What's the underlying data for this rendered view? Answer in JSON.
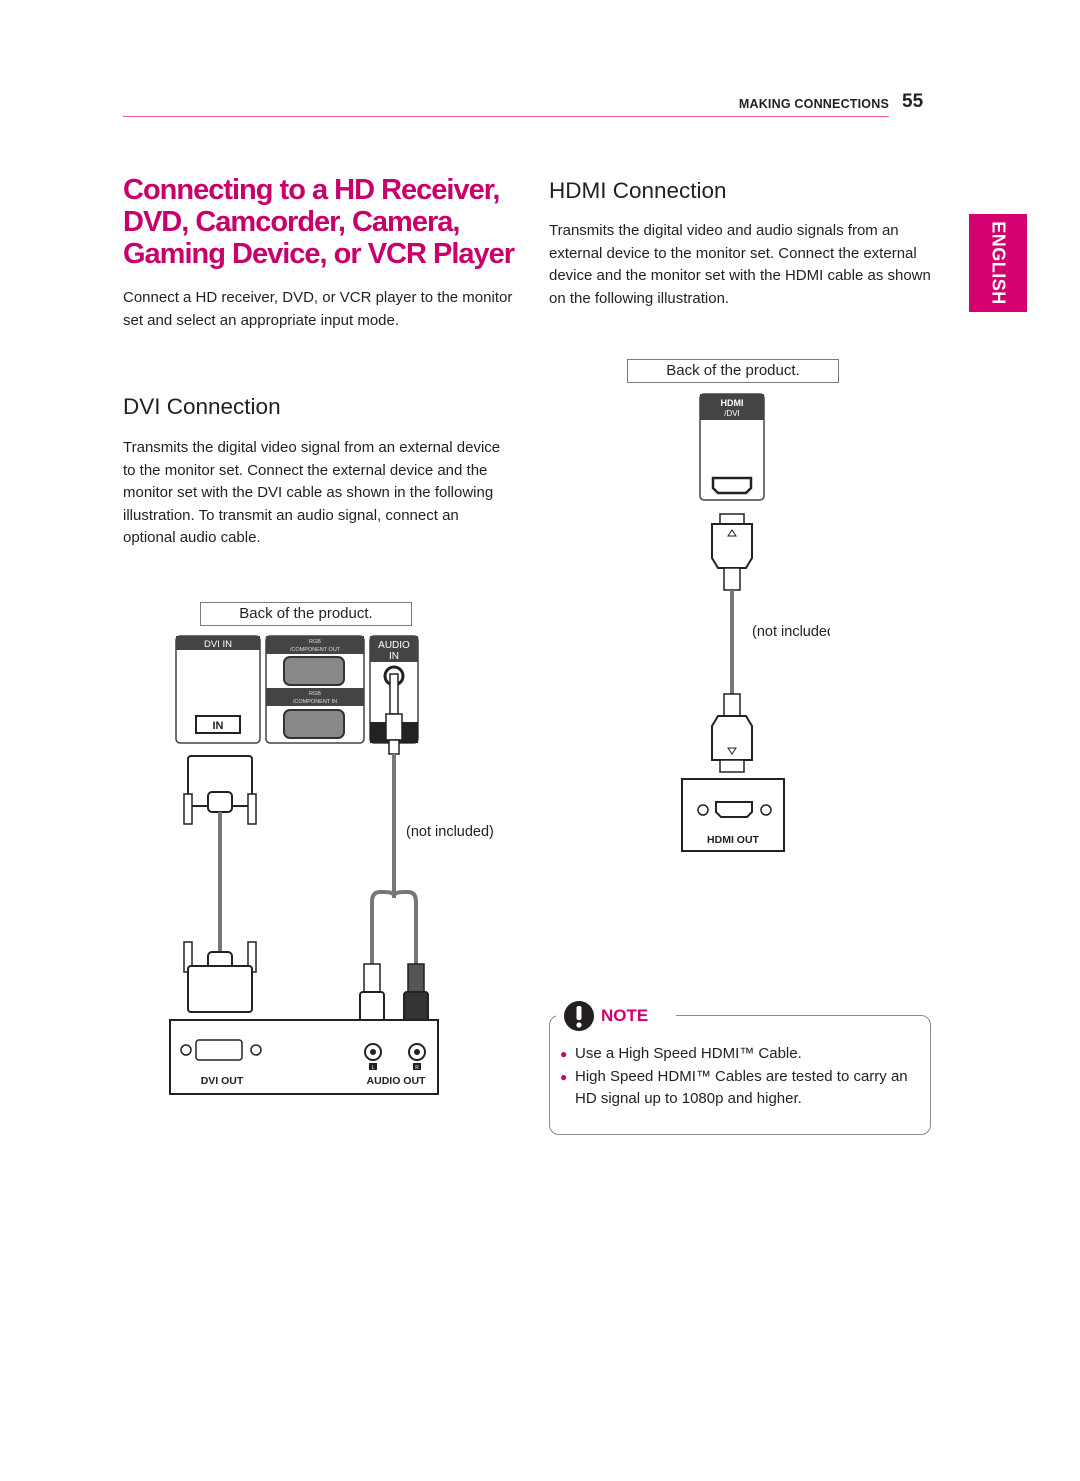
{
  "header": {
    "section_title": "MAKING CONNECTIONS",
    "page_number": "55"
  },
  "language_tab": "ENGLISH",
  "main_title": "Connecting to a HD Receiver, DVD, Camcorder, Camera, Gaming Device, or VCR Player",
  "intro": "Connect a HD receiver, DVD, or VCR player to the monitor set and select an appropriate input mode.",
  "dvi": {
    "heading": "DVI Connection",
    "body": "Transmits the digital video signal from an external device to the monitor set. Connect the external device and the monitor set with the DVI cable as shown in the following illustration. To transmit an audio signal, connect an optional audio cable.",
    "diagram": {
      "caption": "Back of the product.",
      "port_dvi_in": "DVI IN",
      "port_in": "IN",
      "port_rgb": "RGB",
      "port_component_out": "/COMPONENT OUT",
      "port_component_in": "/COMPONENT IN",
      "port_audio": "AUDIO",
      "port_audio_in": "IN",
      "cable_note": "not included)",
      "device_dvi_out": "DVI OUT",
      "device_audio_out": "AUDIO OUT",
      "device_l": "L",
      "device_r": "R"
    }
  },
  "hdmi": {
    "heading": "HDMI Connection",
    "body": "Transmits the digital video and audio signals from an external device to the monitor set. Connect the external device and the monitor set with the HDMI cable as shown on the following illustration.",
    "diagram": {
      "caption": "Back of the product.",
      "port_logo": "HDMI",
      "port_sub": "/DVI",
      "cable_note": "not included)",
      "device_hdmi_out": "HDMI OUT"
    }
  },
  "note": {
    "title": "NOTE",
    "items": [
      "Use a High Speed HDMI™ Cable.",
      "High Speed HDMI™ Cables are tested to carry an HD signal up to 1080p and higher."
    ]
  },
  "colors": {
    "accent": "#d4006f",
    "title": "#c8006c",
    "rule": "#e8569b",
    "text": "#231f20"
  }
}
